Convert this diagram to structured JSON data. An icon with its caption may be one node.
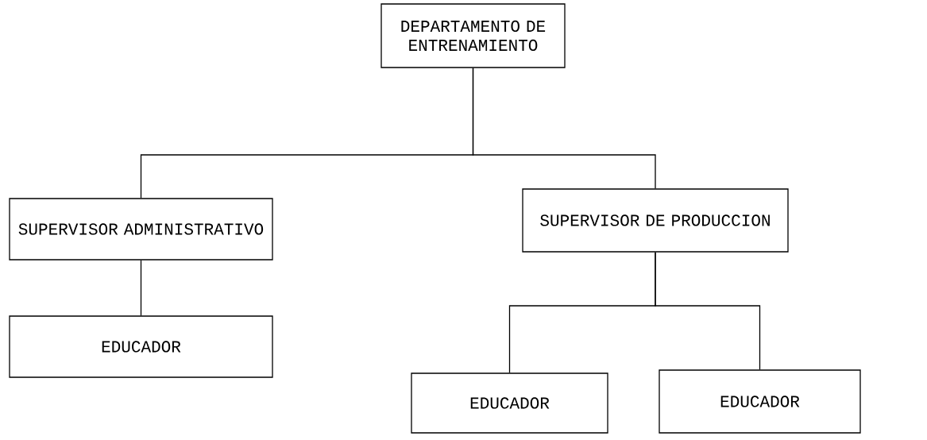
{
  "diagram": {
    "nodes": [
      {
        "text": [
          "DEPARTAMENTO DE ENTRENAMIENTO"
        ]
      },
      {
        "text": [
          "SUPERVISOR ADMINISTRATIVO"
        ]
      },
      {
        "text": [
          "SUPERVISOR DE PRODUCCION"
        ]
      },
      {
        "text": [
          "EDUCADOR"
        ]
      },
      {
        "text": [
          "EDUCADOR"
        ]
      },
      {
        "text": [
          "EDUCADOR"
        ]
      }
    ],
    "edges": [
      {
        "from": 0,
        "to": 1,
        "arrow": "none"
      },
      {
        "from": 0,
        "to": 2,
        "arrow": "none"
      },
      {
        "from": 1,
        "to": 3,
        "arrow": "none"
      },
      {
        "from": 2,
        "to": 4,
        "arrow": "none"
      },
      {
        "from": 2,
        "to": 5,
        "arrow": "none"
      }
    ]
  }
}
